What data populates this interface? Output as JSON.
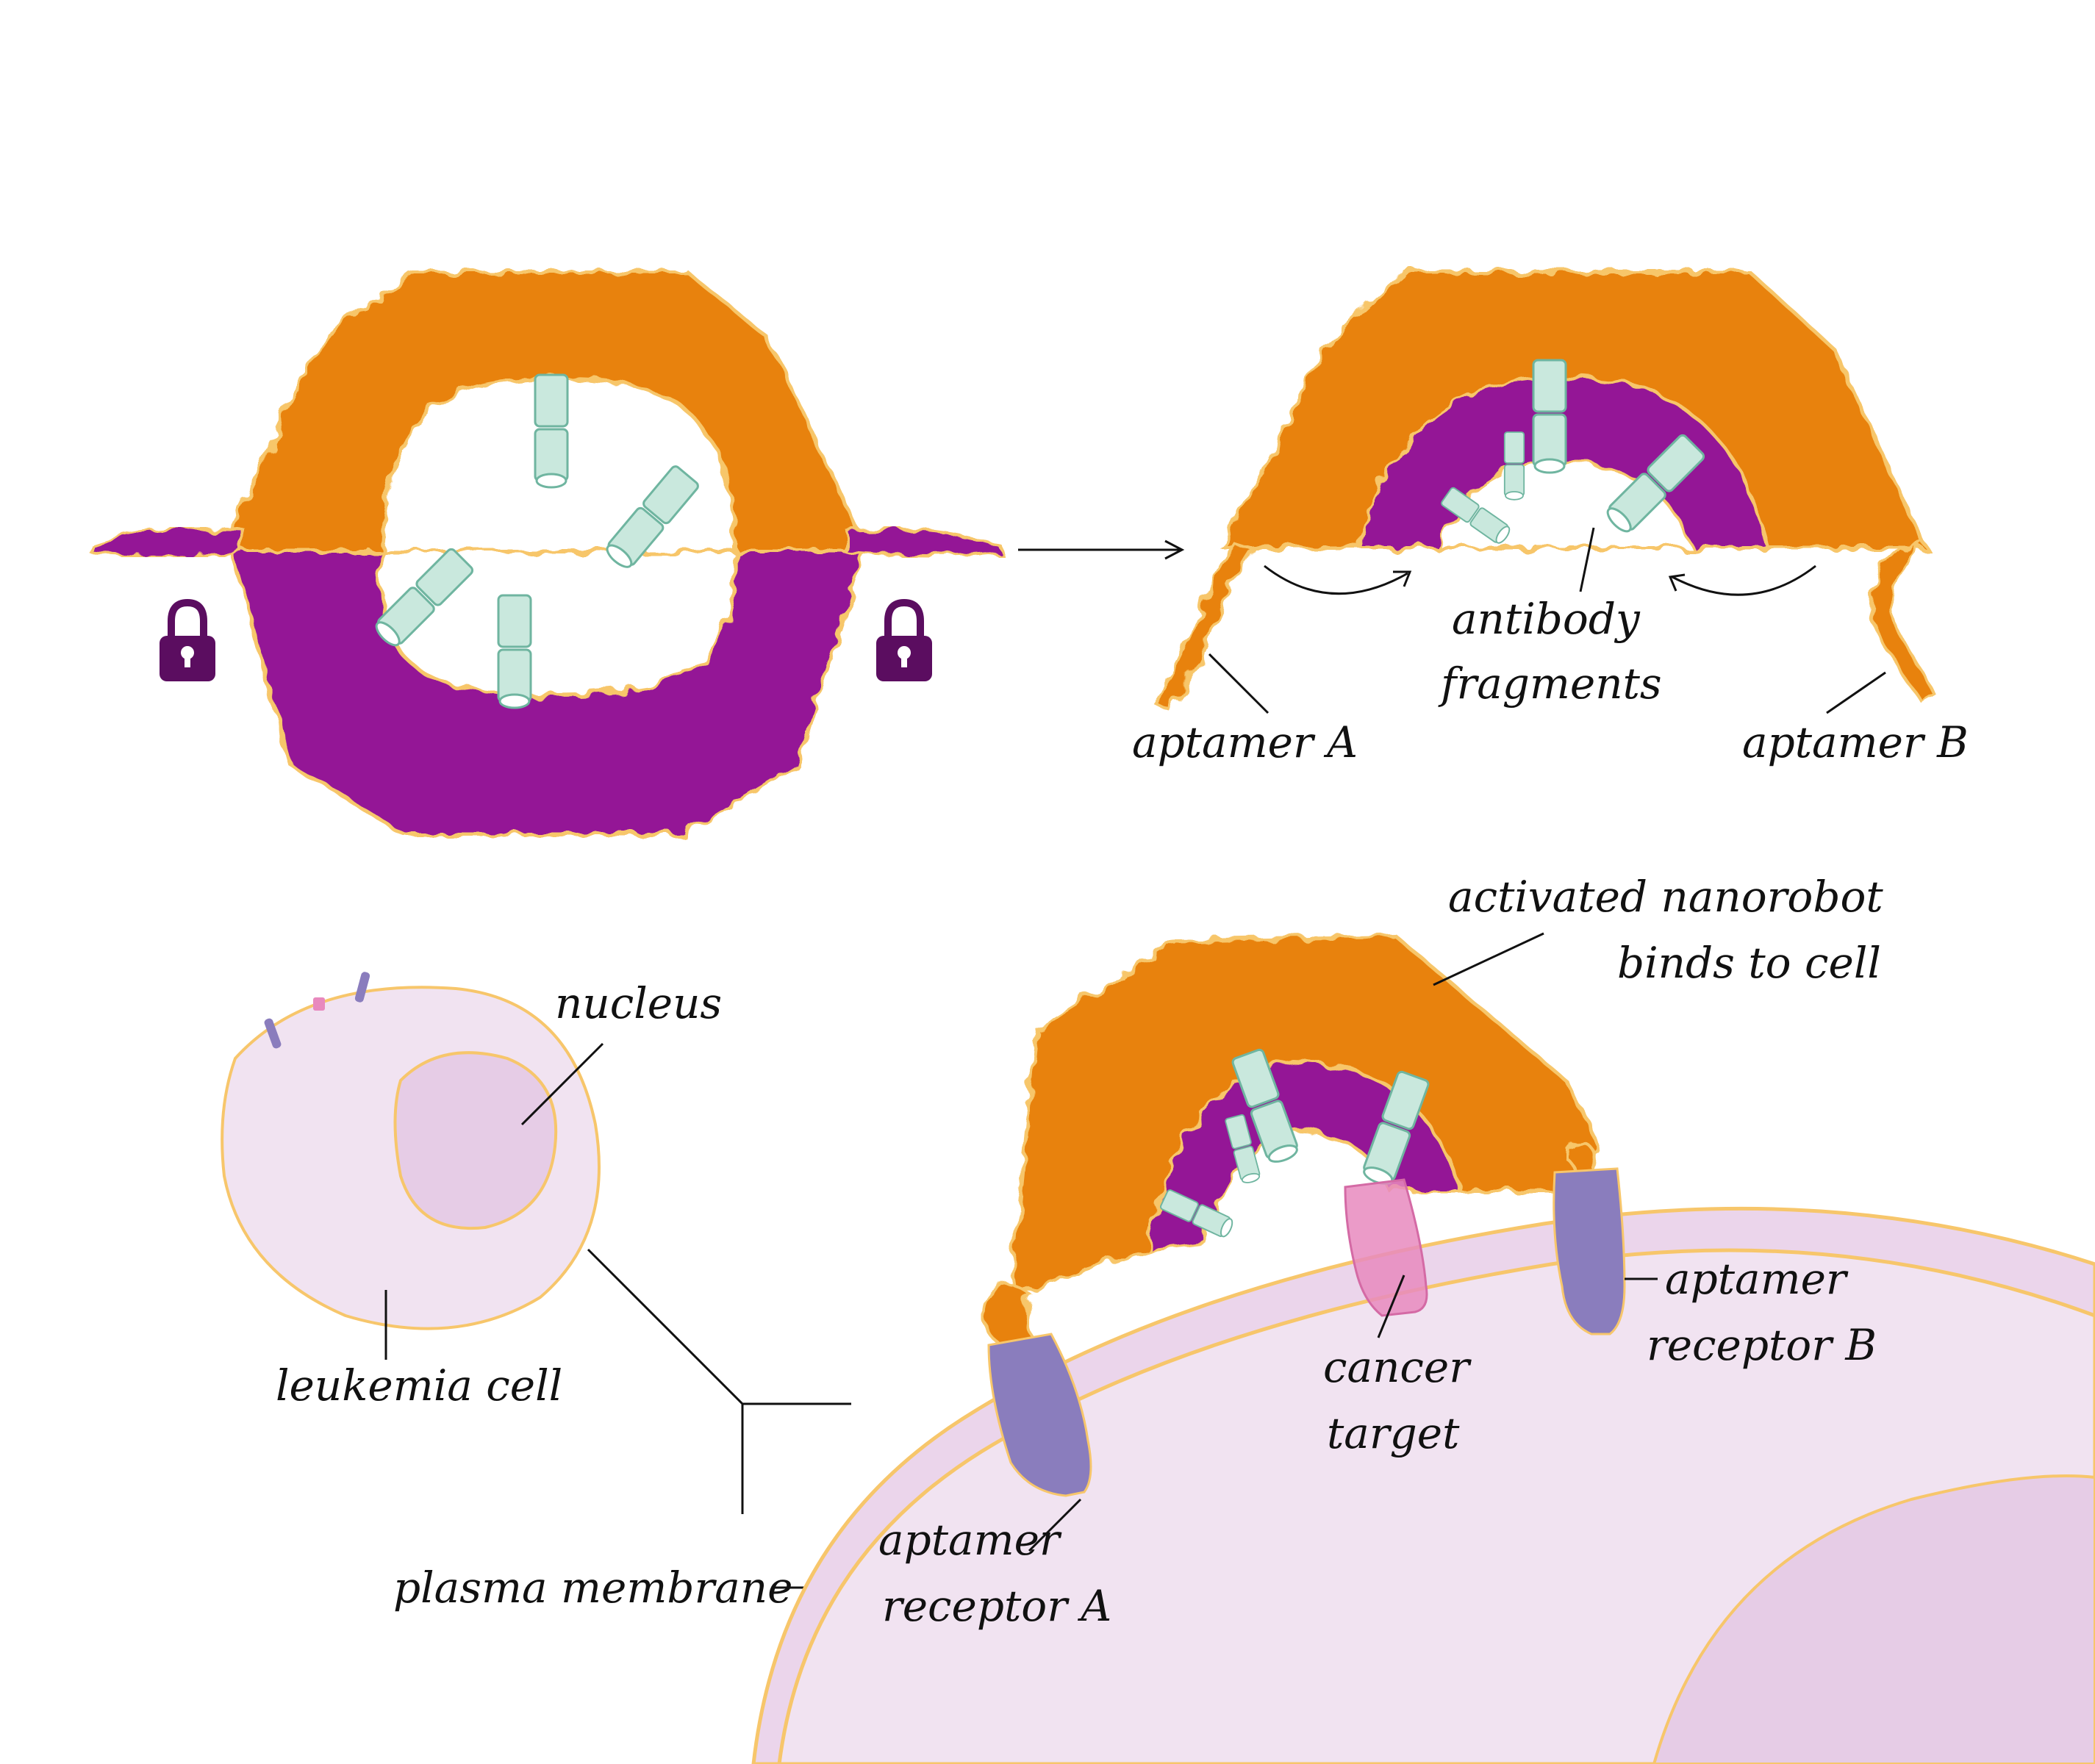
{
  "colors": {
    "orange": "#E8820C",
    "purple": "#941696",
    "outline": "#F7C66B",
    "fragment": "#C9E8DD",
    "fragment_stroke": "#6FB5A0",
    "lock": "#5B0D60",
    "cell_fill": "#F1E3F1",
    "nucleus_fill": "#E6CCE6",
    "receptor": "#8A7DBD",
    "cancer_target": "#E889BE",
    "line": "#111111"
  },
  "icons": [
    "padlock-icon",
    "padlock-icon"
  ],
  "labels": {
    "aptamer_a": "aptamer A",
    "antibody_1": "antibody",
    "antibody_2": "fragments",
    "aptamer_b": "aptamer B",
    "activated_1": "activated nanorobot",
    "activated_2": "binds to cell",
    "nucleus": "nucleus",
    "leukemia": "leukemia cell",
    "plasma": "plasma membrane",
    "receptor_a_1": "aptamer",
    "receptor_a_2": "receptor A",
    "cancer_1": "cancer",
    "cancer_2": "target",
    "receptor_b_1": "aptamer",
    "receptor_b_2": "receptor B"
  }
}
